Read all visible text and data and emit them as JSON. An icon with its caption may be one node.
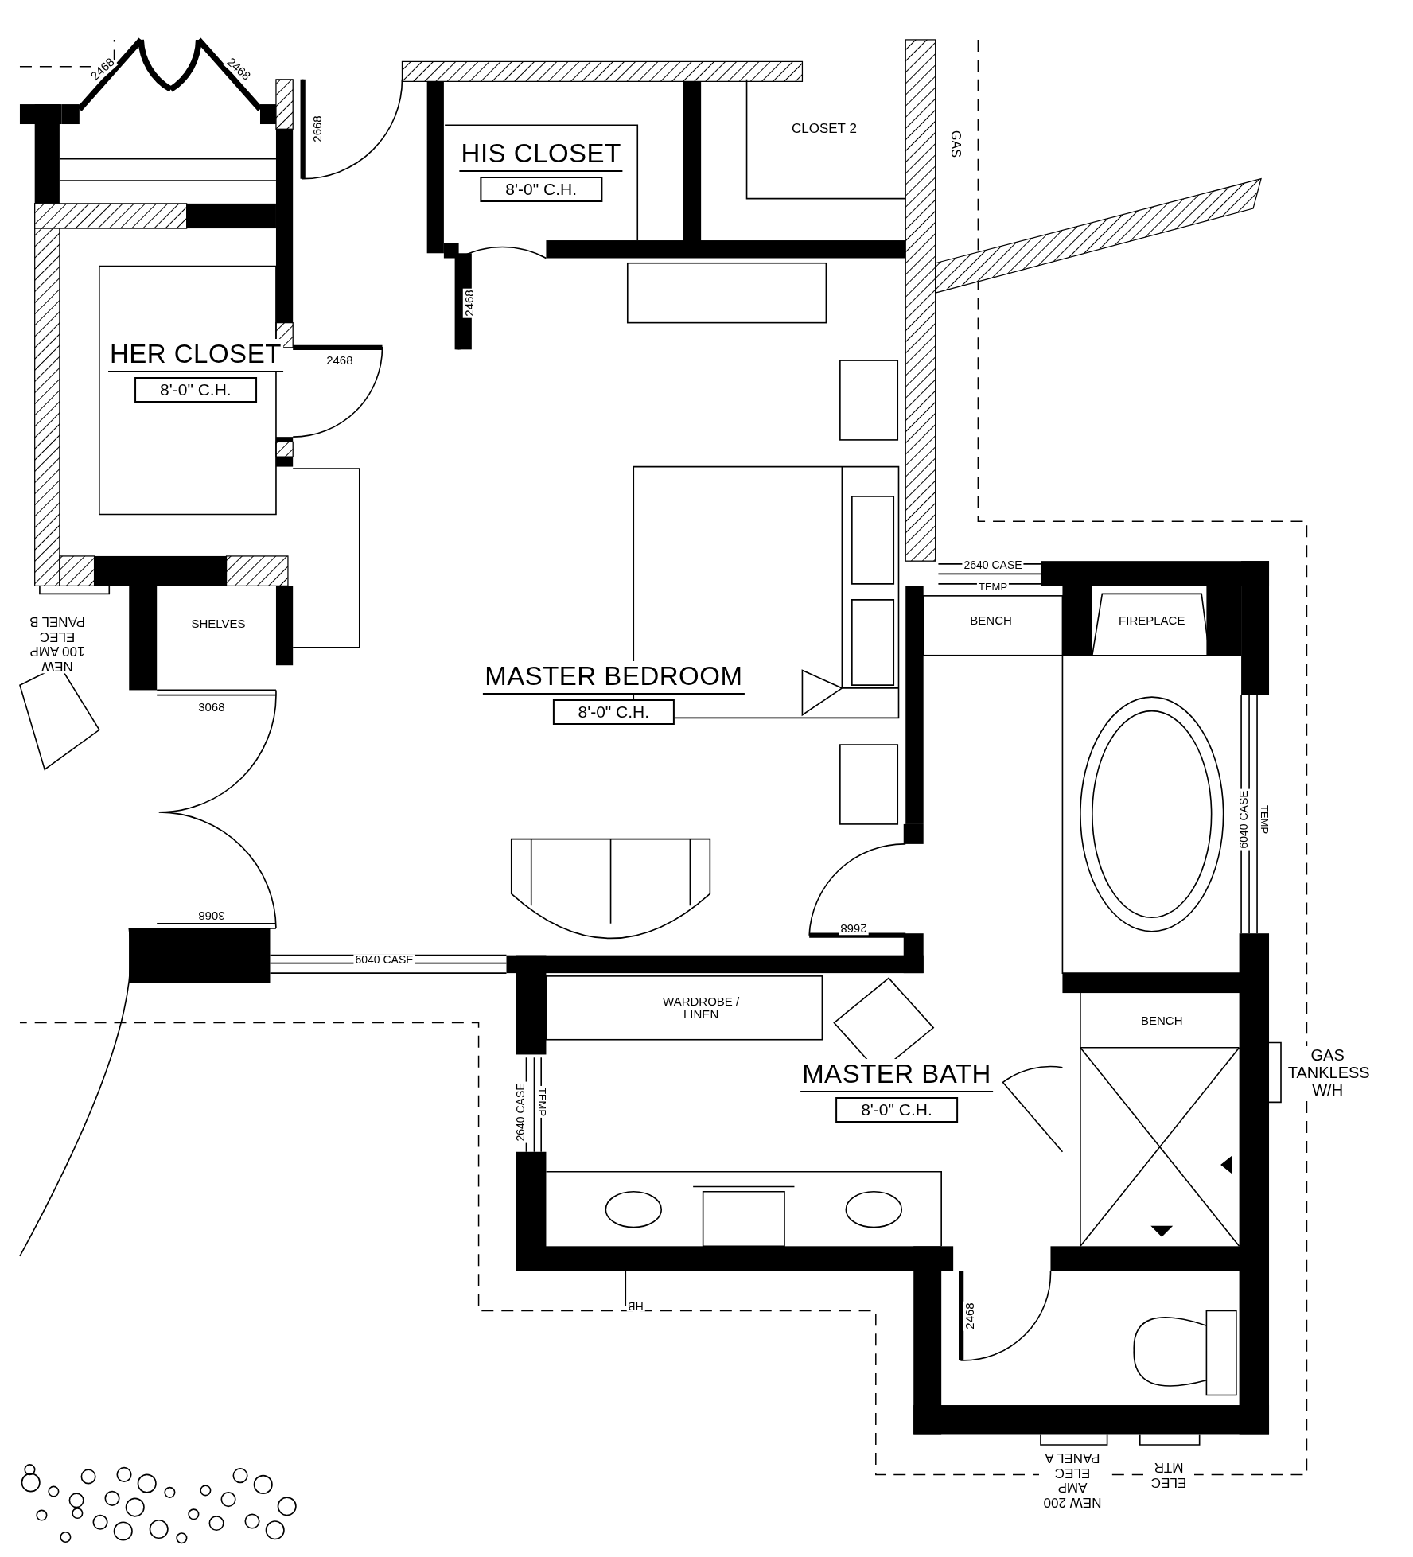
{
  "diagram": {
    "nodes": [
      {
        "text": [
          "HIS CLOSET",
          "8'-0\" C.H."
        ]
      },
      {
        "text": [
          "HER CLOSET",
          "8'-0\" C.H."
        ]
      },
      {
        "text": [
          "MASTER BEDROOM",
          "8'-0\" C.H."
        ]
      },
      {
        "text": [
          "MASTER BATH",
          "8'-0\" C.H."
        ]
      }
    ],
    "labels": [
      "2468",
      "2468",
      "2668",
      "CLOSET 2",
      "GAS",
      "2468",
      "2468",
      "SHELVES",
      "NEW 100 AMP ELEC PANEL B",
      "3068",
      "2640 CASE",
      "TEMP",
      "BENCH",
      "FIREPLACE",
      "6040 CASE",
      "TEMP",
      "3068",
      "2668",
      "6040 CASE",
      "WARDROBE / LINEN",
      "BENCH",
      "2640 CASE",
      "TEMP",
      "GAS TANKLESS W/H",
      "HB",
      "2468",
      "NEW 200 AMP ELEC PANEL A",
      "ELEC MTR"
    ]
  }
}
